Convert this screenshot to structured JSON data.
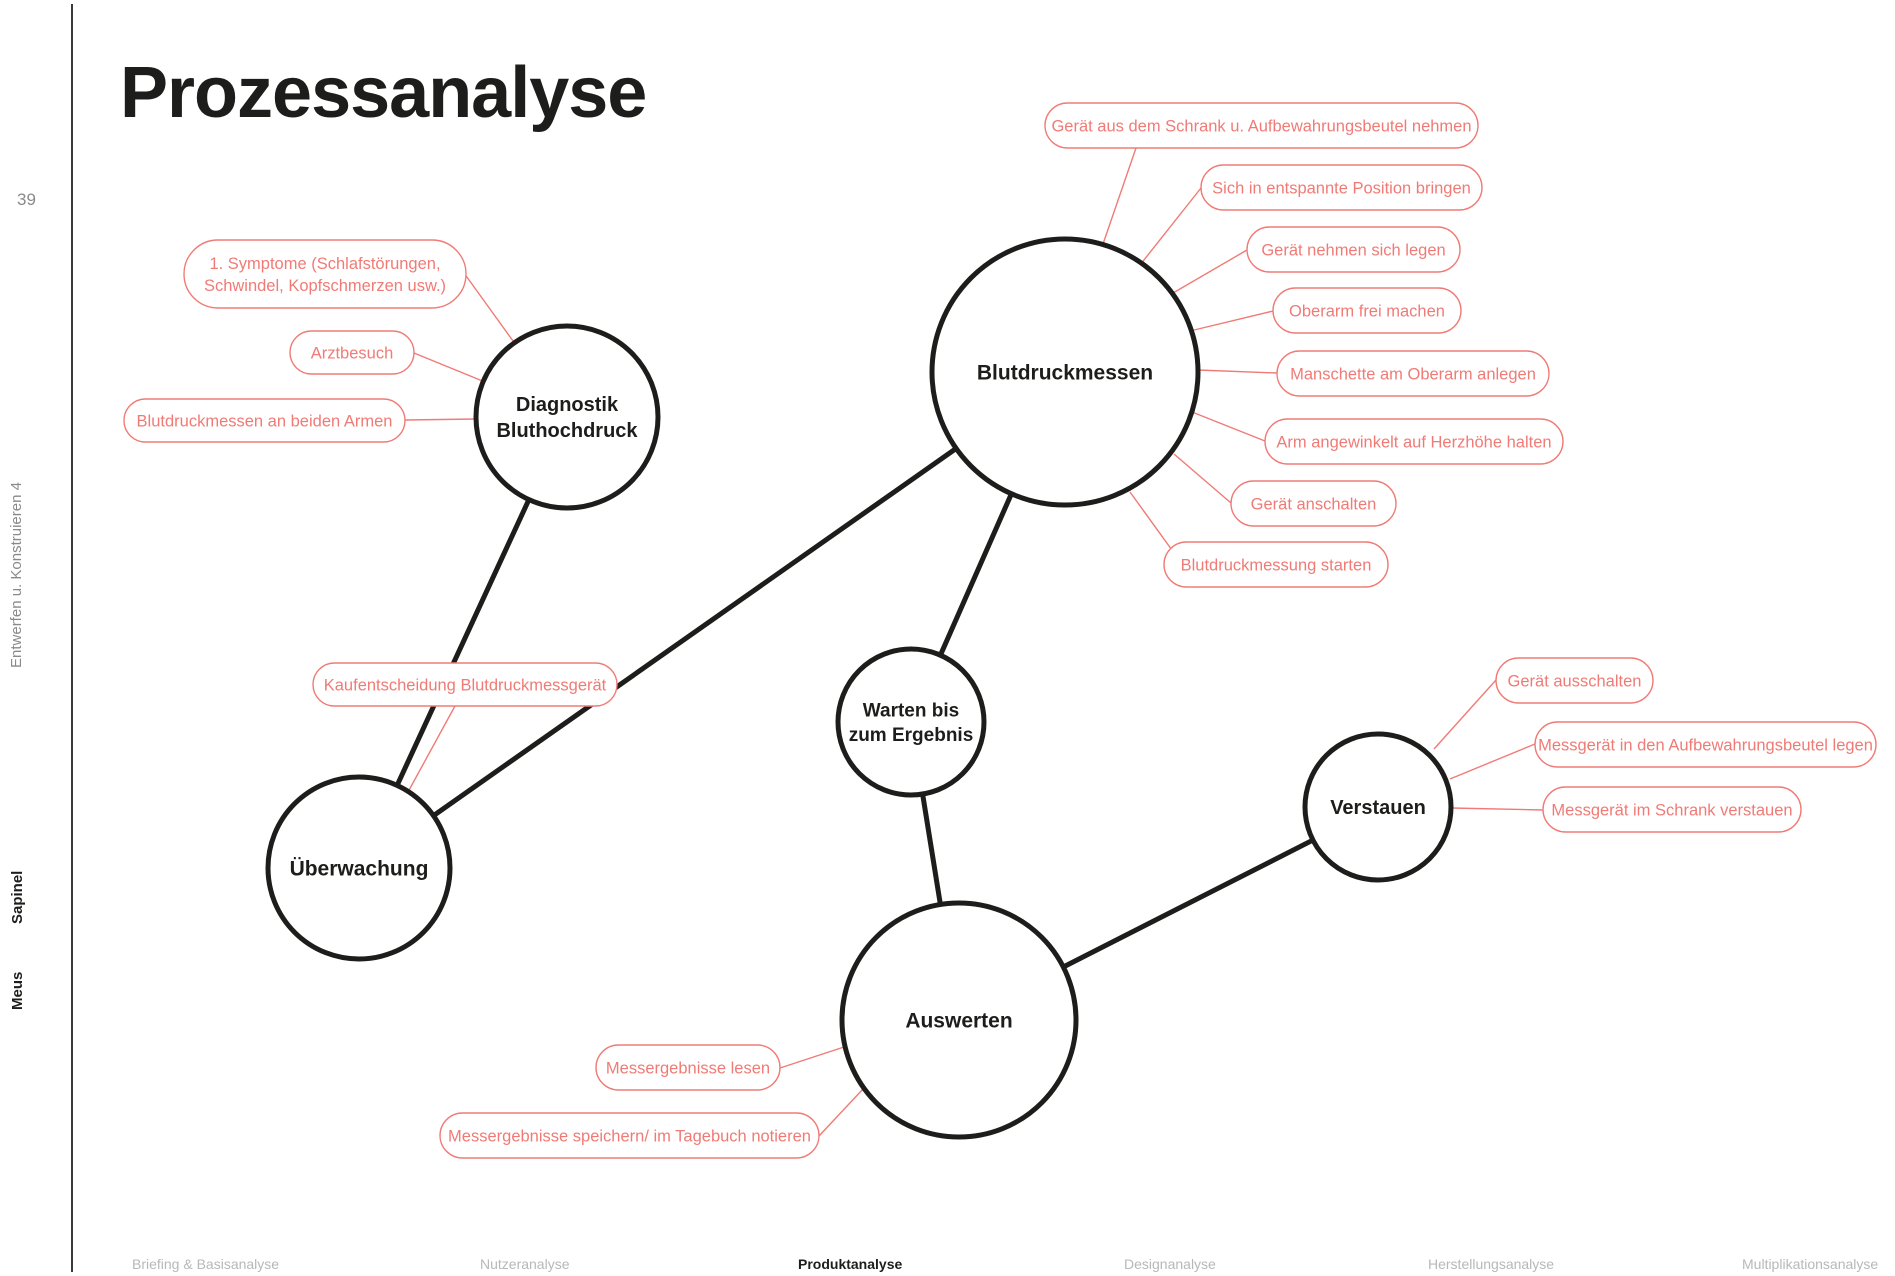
{
  "page": {
    "title": "Prozessanalyse",
    "page_number": "39",
    "course": "Entwerfen u. Konstruieren 4",
    "brand_line1": "Sapinel",
    "brand_line2": "Meus"
  },
  "nav": {
    "items": [
      {
        "label": "Briefing & Basisanalyse",
        "active": false
      },
      {
        "label": "Nutzeranalyse",
        "active": false
      },
      {
        "label": "Produktanalyse",
        "active": true
      },
      {
        "label": "Designanalyse",
        "active": false
      },
      {
        "label": "Herstellungsanalyse",
        "active": false
      },
      {
        "label": "Multiplikationsanalyse",
        "active": false
      }
    ]
  },
  "colors": {
    "node_stroke": "#1d1d1b",
    "accent": "#f07b76",
    "text": "#1d1d1b",
    "muted": "#8a8a8a"
  },
  "nodes": [
    {
      "id": "diagnostik",
      "lines": [
        "Diagnostik",
        "Bluthochdruck"
      ]
    },
    {
      "id": "ueberwachung",
      "lines": [
        "Überwachung"
      ]
    },
    {
      "id": "blutdruckmessen",
      "lines": [
        "Blutdruckmessen"
      ]
    },
    {
      "id": "warten",
      "lines": [
        "Warten bis",
        "zum Ergebnis"
      ]
    },
    {
      "id": "auswerten",
      "lines": [
        "Auswerten"
      ]
    },
    {
      "id": "verstauen",
      "lines": [
        "Verstauen"
      ]
    }
  ],
  "edges": [
    [
      "diagnostik",
      "ueberwachung"
    ],
    [
      "ueberwachung",
      "blutdruckmessen"
    ],
    [
      "blutdruckmessen",
      "warten"
    ],
    [
      "warten",
      "auswerten"
    ],
    [
      "auswerten",
      "verstauen"
    ]
  ],
  "labels": [
    {
      "node": "diagnostik",
      "lines": [
        "1. Symptome (Schlafstörungen,",
        "Schwindel, Kopfschmerzen usw.)"
      ]
    },
    {
      "node": "diagnostik",
      "lines": [
        "Arztbesuch"
      ]
    },
    {
      "node": "diagnostik",
      "lines": [
        "Blutdruckmessen an beiden Armen"
      ]
    },
    {
      "node": "ueberwachung",
      "lines": [
        "Kaufentscheidung Blutdruckmessgerät"
      ]
    },
    {
      "node": "blutdruckmessen",
      "lines": [
        "Gerät aus dem Schrank u. Aufbewahrungsbeutel nehmen"
      ]
    },
    {
      "node": "blutdruckmessen",
      "lines": [
        "Sich in entspannte Position bringen"
      ]
    },
    {
      "node": "blutdruckmessen",
      "lines": [
        "Gerät nehmen sich legen"
      ]
    },
    {
      "node": "blutdruckmessen",
      "lines": [
        "Oberarm frei machen"
      ]
    },
    {
      "node": "blutdruckmessen",
      "lines": [
        "Manschette am Oberarm anlegen"
      ]
    },
    {
      "node": "blutdruckmessen",
      "lines": [
        "Arm angewinkelt auf Herzhöhe halten"
      ]
    },
    {
      "node": "blutdruckmessen",
      "lines": [
        "Gerät anschalten"
      ]
    },
    {
      "node": "blutdruckmessen",
      "lines": [
        "Blutdruckmessung starten"
      ]
    },
    {
      "node": "verstauen",
      "lines": [
        "Gerät ausschalten"
      ]
    },
    {
      "node": "verstauen",
      "lines": [
        "Messgerät in den Aufbewahrungsbeutel legen"
      ]
    },
    {
      "node": "verstauen",
      "lines": [
        "Messgerät im Schrank verstauen"
      ]
    },
    {
      "node": "auswerten",
      "lines": [
        "Messergebnisse lesen"
      ]
    },
    {
      "node": "auswerten",
      "lines": [
        "Messergebnisse speichern/ im Tagebuch notieren"
      ]
    }
  ]
}
